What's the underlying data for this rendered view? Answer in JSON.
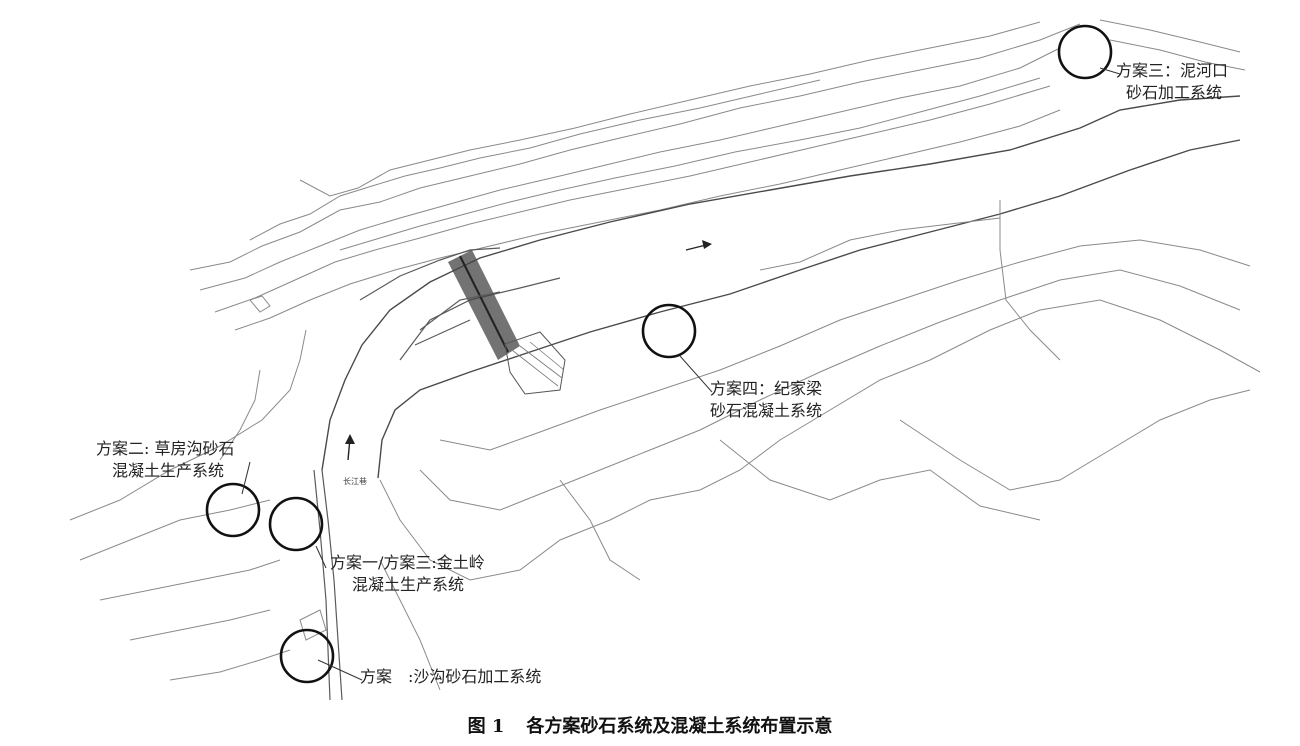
{
  "figure": {
    "caption": {
      "number": "图 1",
      "text": "各方案砂石系统及混凝土系统布置示意"
    },
    "callouts": [
      {
        "id": "scheme3-nihekou",
        "lines": [
          "方案三：泥河口",
          "砂石加工系统"
        ]
      },
      {
        "id": "scheme4-jijialiang",
        "lines": [
          "方案四：纪家梁",
          "砂石混凝土系统"
        ]
      },
      {
        "id": "scheme2-caofanggou",
        "lines": [
          "方案二: 草房沟砂石",
          "混凝土生产系统"
        ]
      },
      {
        "id": "scheme1-3-jintuling",
        "lines": [
          "方案一/方案三:金土岭",
          "混凝土生产系统"
        ]
      },
      {
        "id": "scheme1-shagou",
        "lines": [
          "方案　:沙沟砂石加工系统"
        ]
      }
    ],
    "map_labels": {
      "river": "长江巷"
    },
    "colors": {
      "linework": "#8a8a8a",
      "marker": "#111111"
    }
  }
}
